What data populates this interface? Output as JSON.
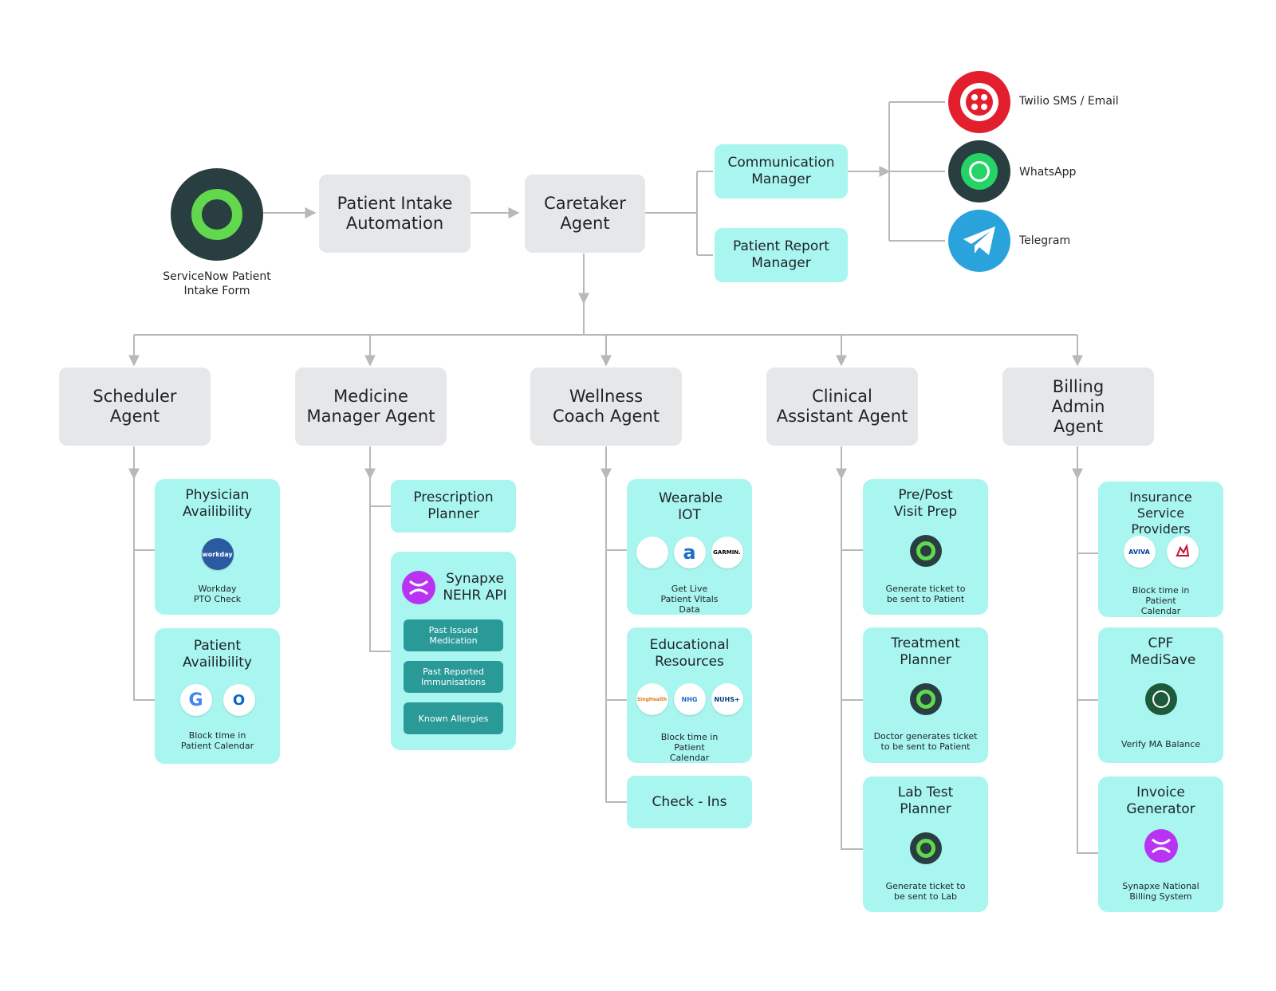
{
  "source": {
    "label": "ServiceNow Patient Intake Form"
  },
  "intake": {
    "label": "Patient Intake Automation"
  },
  "caretaker": {
    "label": "Caretaker Agent"
  },
  "comm_manager": {
    "label": "Communication Manager"
  },
  "report_manager": {
    "label": "Patient Report Manager"
  },
  "channels": [
    {
      "label": "Twilio SMS / Email",
      "icon": "twilio-icon",
      "color": "#e31e2d"
    },
    {
      "label": "WhatsApp",
      "icon": "whatsapp-icon",
      "color": "#25d366"
    },
    {
      "label": "Telegram",
      "icon": "telegram-icon",
      "color": "#2aa3dc"
    }
  ],
  "agents": [
    {
      "label": "Scheduler Agent"
    },
    {
      "label": "Medicine Manager Agent"
    },
    {
      "label": "Wellness Coach Agent"
    },
    {
      "label": "Clinical Assistant Agent"
    },
    {
      "label": "Billing Admin Agent"
    }
  ],
  "scheduler": {
    "physician": {
      "title": "Physician Availibility",
      "logo": "workday",
      "caption": "Workday PTO Check"
    },
    "patient": {
      "title": "Patient Availibility",
      "logos": [
        "G",
        "O"
      ],
      "caption": "Block time in Patient Calendar"
    }
  },
  "medicine": {
    "prescription": {
      "title": "Prescription Planner"
    },
    "nehr": {
      "title": "Synapxe NEHR API",
      "items": [
        "Past Issued Medication",
        "Past Reported Immunisations",
        "Known Allergies"
      ]
    }
  },
  "wellness": {
    "wearable": {
      "title": "Wearable IOT",
      "logos": [
        "",
        "a",
        "GARMIN."
      ],
      "caption": "Get Live Patient Vitals Data"
    },
    "education": {
      "title": "Educational Resources",
      "logos": [
        "SingHealth",
        "NHG",
        "NUHS+"
      ],
      "caption": "Block time in Patient Calendar"
    },
    "checkins": {
      "title": "Check - Ins"
    }
  },
  "clinical": {
    "prepost": {
      "title": "Pre/Post Visit Prep",
      "caption": "Generate ticket to be sent to Patient"
    },
    "treatment": {
      "title": "Treatment Planner",
      "caption": "Doctor generates ticket to be sent to Patient"
    },
    "labtest": {
      "title": "Lab Test Planner",
      "caption": "Generate ticket to be sent to Lab"
    }
  },
  "billing": {
    "insurance": {
      "title": "Insurance Service Providers",
      "logos": [
        "AVIVA",
        ""
      ],
      "caption": "Block time in Patient Calendar"
    },
    "cpf": {
      "title": "CPF MediSave",
      "caption": "Verify MA Balance"
    },
    "invoice": {
      "title": "Invoice Generator",
      "caption": "Synapxe National Billing System"
    }
  },
  "colors": {
    "gray_node": "#e6e7e8",
    "cyan_node": "#a8f6ef",
    "teal_pill": "#2a9a99",
    "servicenow_green": "#62d84e",
    "servicenow_dark": "#293e40",
    "connector": "#b8b8b8"
  }
}
